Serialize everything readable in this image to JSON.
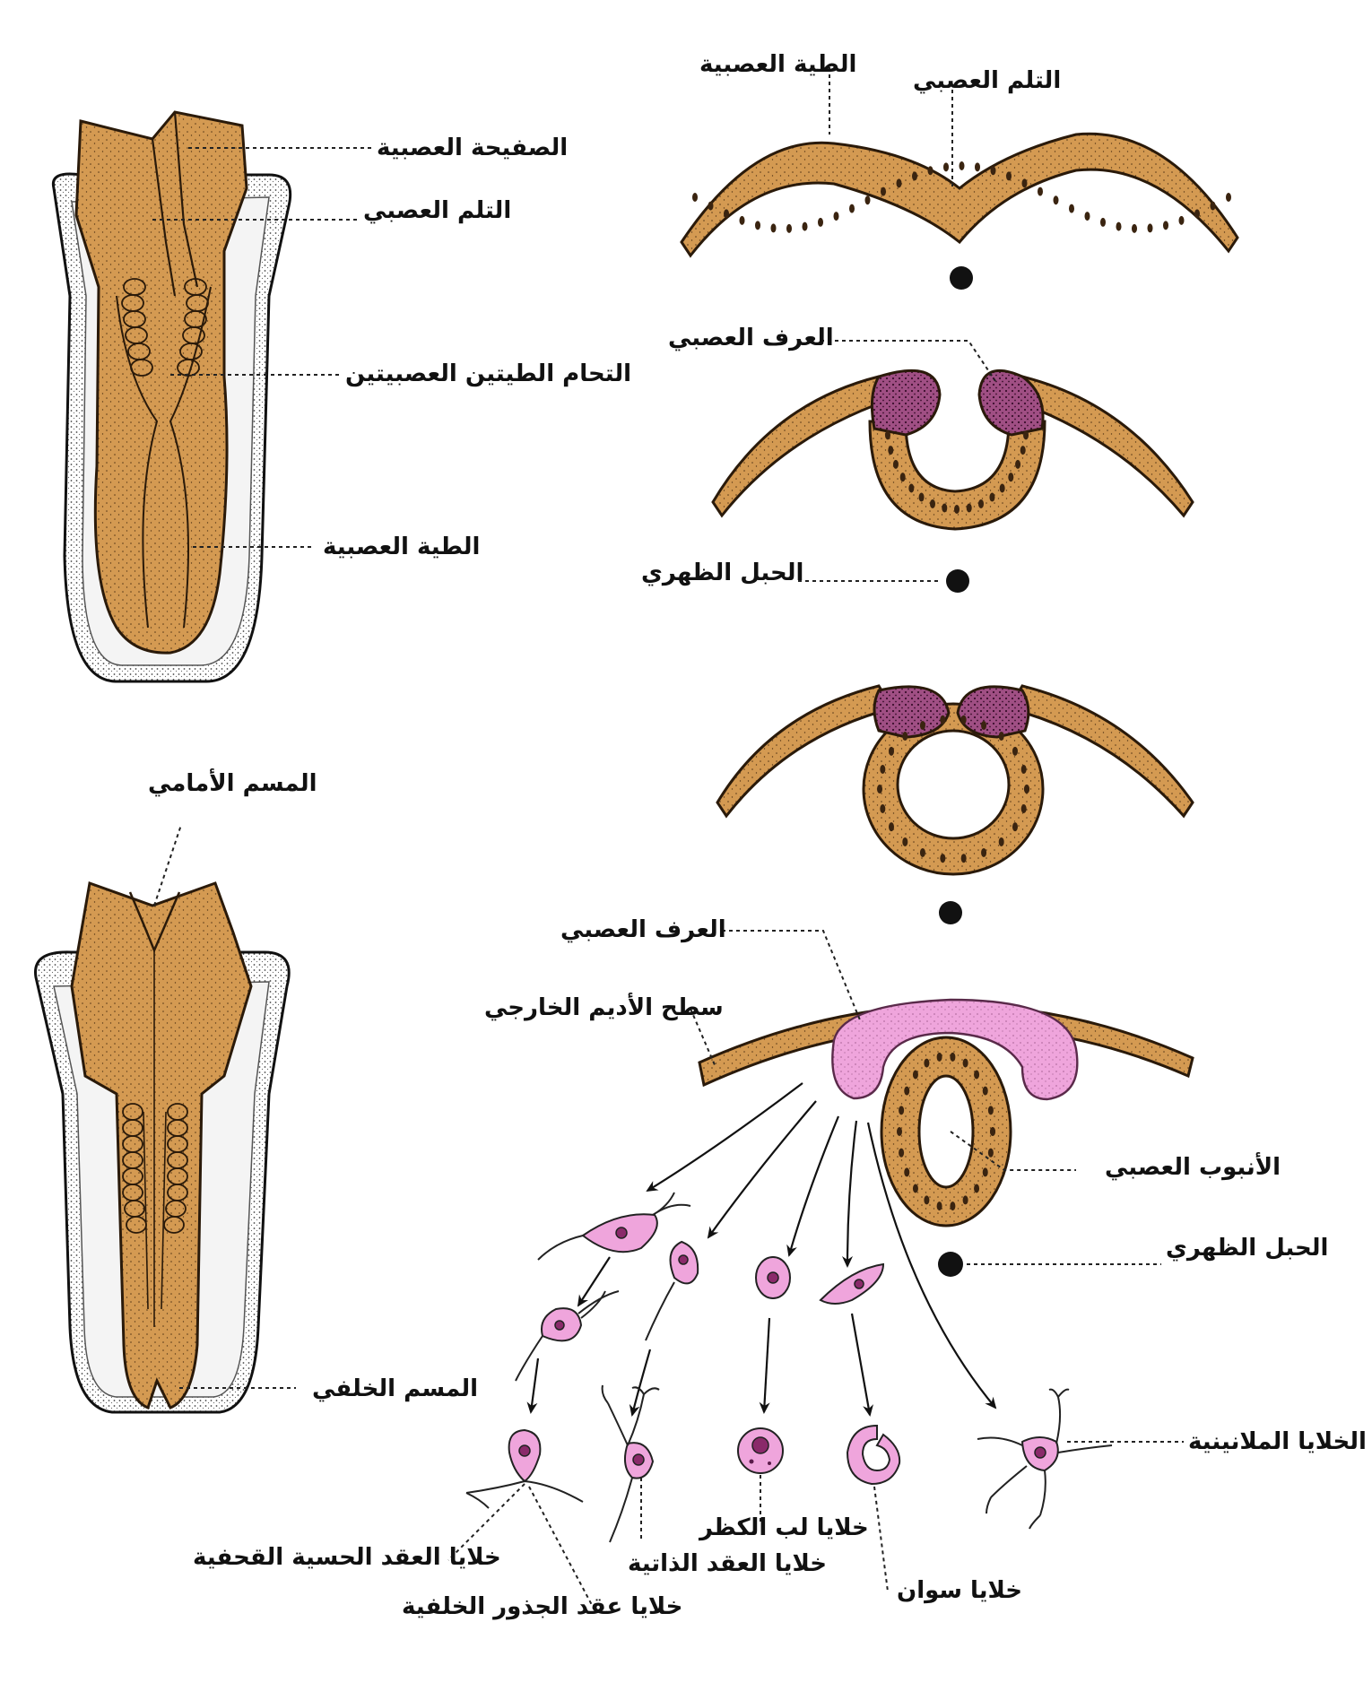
{
  "colors": {
    "tissue": "#d49a52",
    "tissue_dark": "#3a2410",
    "crest": "#9a4a7c",
    "crest_light": "#f0a6d8",
    "cell_pink": "#efa5dc",
    "ink": "#111111"
  },
  "labels": {
    "neural_plate": "الصفيحة العصبية",
    "neural_groove_left": "التلم العصبي",
    "fusion_of_folds": "التحام الطيتين العصبيتين",
    "neural_fold_left": "الطية العصبية",
    "anterior_neuropore": "المسم الأمامي",
    "posterior_neuropore": "المسم الخلفي",
    "neural_fold_top": "الطية العصبية",
    "neural_groove_top": "التلم العصبي",
    "neural_crest_1": "العرف العصبي",
    "notochord_1": "الحبل الظهري",
    "neural_crest_2": "العرف العصبي",
    "surface_ectoderm": "سطح الأديم الخارجي",
    "neural_tube": "الأنبوب العصبي",
    "notochord_2": "الحبل الظهري",
    "melanocytes": "الخلايا الملانينية",
    "cranial_sensory_ganglia": "خلايا العقد الحسية القحفية",
    "dorsal_root_ganglia": "خلايا عقد الجذور الخلفية",
    "autonomic_ganglia": "خلايا العقد الذاتية",
    "adrenal_medulla": "خلايا لب الكظر",
    "schwann_cells": "خلايا سوان"
  }
}
